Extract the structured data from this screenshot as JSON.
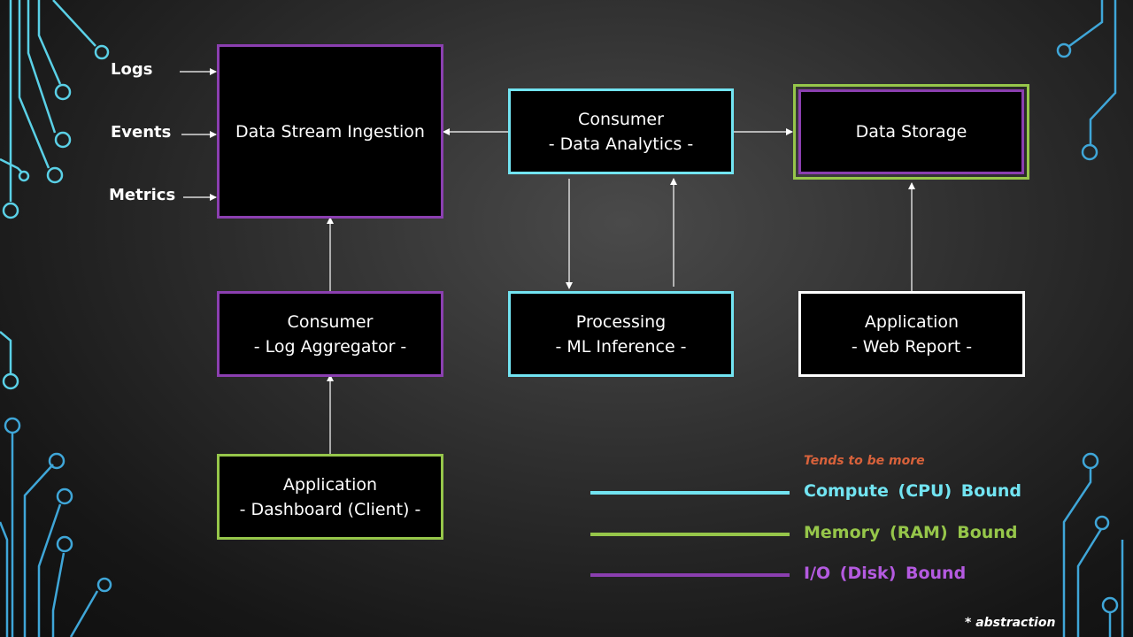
{
  "inputs": {
    "logs": "Logs",
    "events": "Events",
    "metrics": "Metrics"
  },
  "nodes": {
    "ingestion": {
      "title": "Data Stream Ingestion",
      "subtitle": ""
    },
    "analytics": {
      "title": "Consumer",
      "subtitle": "- Data Analytics -"
    },
    "storage": {
      "title": "Data Storage",
      "subtitle": ""
    },
    "log_aggregator": {
      "title": "Consumer",
      "subtitle": "- Log Aggregator -"
    },
    "ml_inference": {
      "title": "Processing",
      "subtitle": "- ML Inference -"
    },
    "web_report": {
      "title": "Application",
      "subtitle": "- Web Report -"
    },
    "dashboard": {
      "title": "Application",
      "subtitle": "- Dashboard (Client) -"
    }
  },
  "legend": {
    "note": "Tends to be more",
    "items": [
      {
        "label": "Compute (CPU) Bound",
        "color": "#72e4f2"
      },
      {
        "label": "Memory (RAM) Bound",
        "color": "#96c64a"
      },
      {
        "label": "I/O (Disk) Bound",
        "color": "#8b3fb0"
      }
    ]
  },
  "footnote": "* abstraction",
  "colors": {
    "cpu": "#72e4f2",
    "ram": "#96c64a",
    "io": "#8b3fb0",
    "note": "#d9623b",
    "legend_io_text": "#b45ae0"
  }
}
